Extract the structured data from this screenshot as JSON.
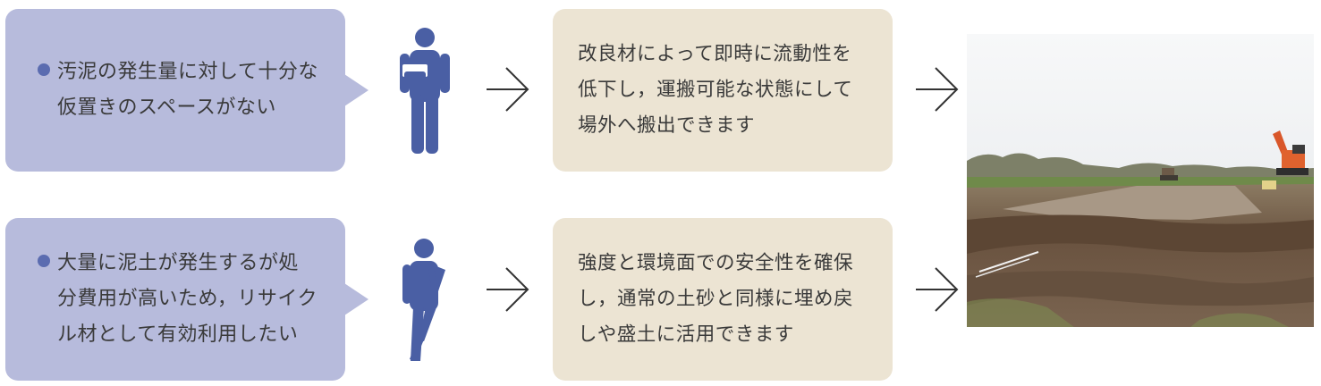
{
  "rows": [
    {
      "problem_lines": [
        "汚泥の発生量に対して十分な",
        "仮置きのスペースがない"
      ],
      "solution_lines": [
        "改良材によって即時に流動性を",
        "低下し，運搬可能な状態にして",
        "場外へ搬出できます"
      ]
    },
    {
      "problem_lines": [
        "大量に泥土が発生するが処",
        "分費用が高いため，リサイク",
        "ル材として有効利用したい"
      ],
      "solution_lines": [
        "強度と環境面での安全性を確保",
        "し，通常の土砂と同様に埋め戻",
        "しや盛土に活用できます"
      ]
    }
  ],
  "colors": {
    "problem_box": "#b7bbdc",
    "solution_box": "#ece4d3",
    "person": "#4a5fa4",
    "bullet": "#5b6cb0",
    "arrow": "#333333"
  },
  "icons": {
    "person_top": "person-holding-document-icon",
    "person_bottom": "person-thinking-icon",
    "arrow": "arrow-right-icon"
  }
}
